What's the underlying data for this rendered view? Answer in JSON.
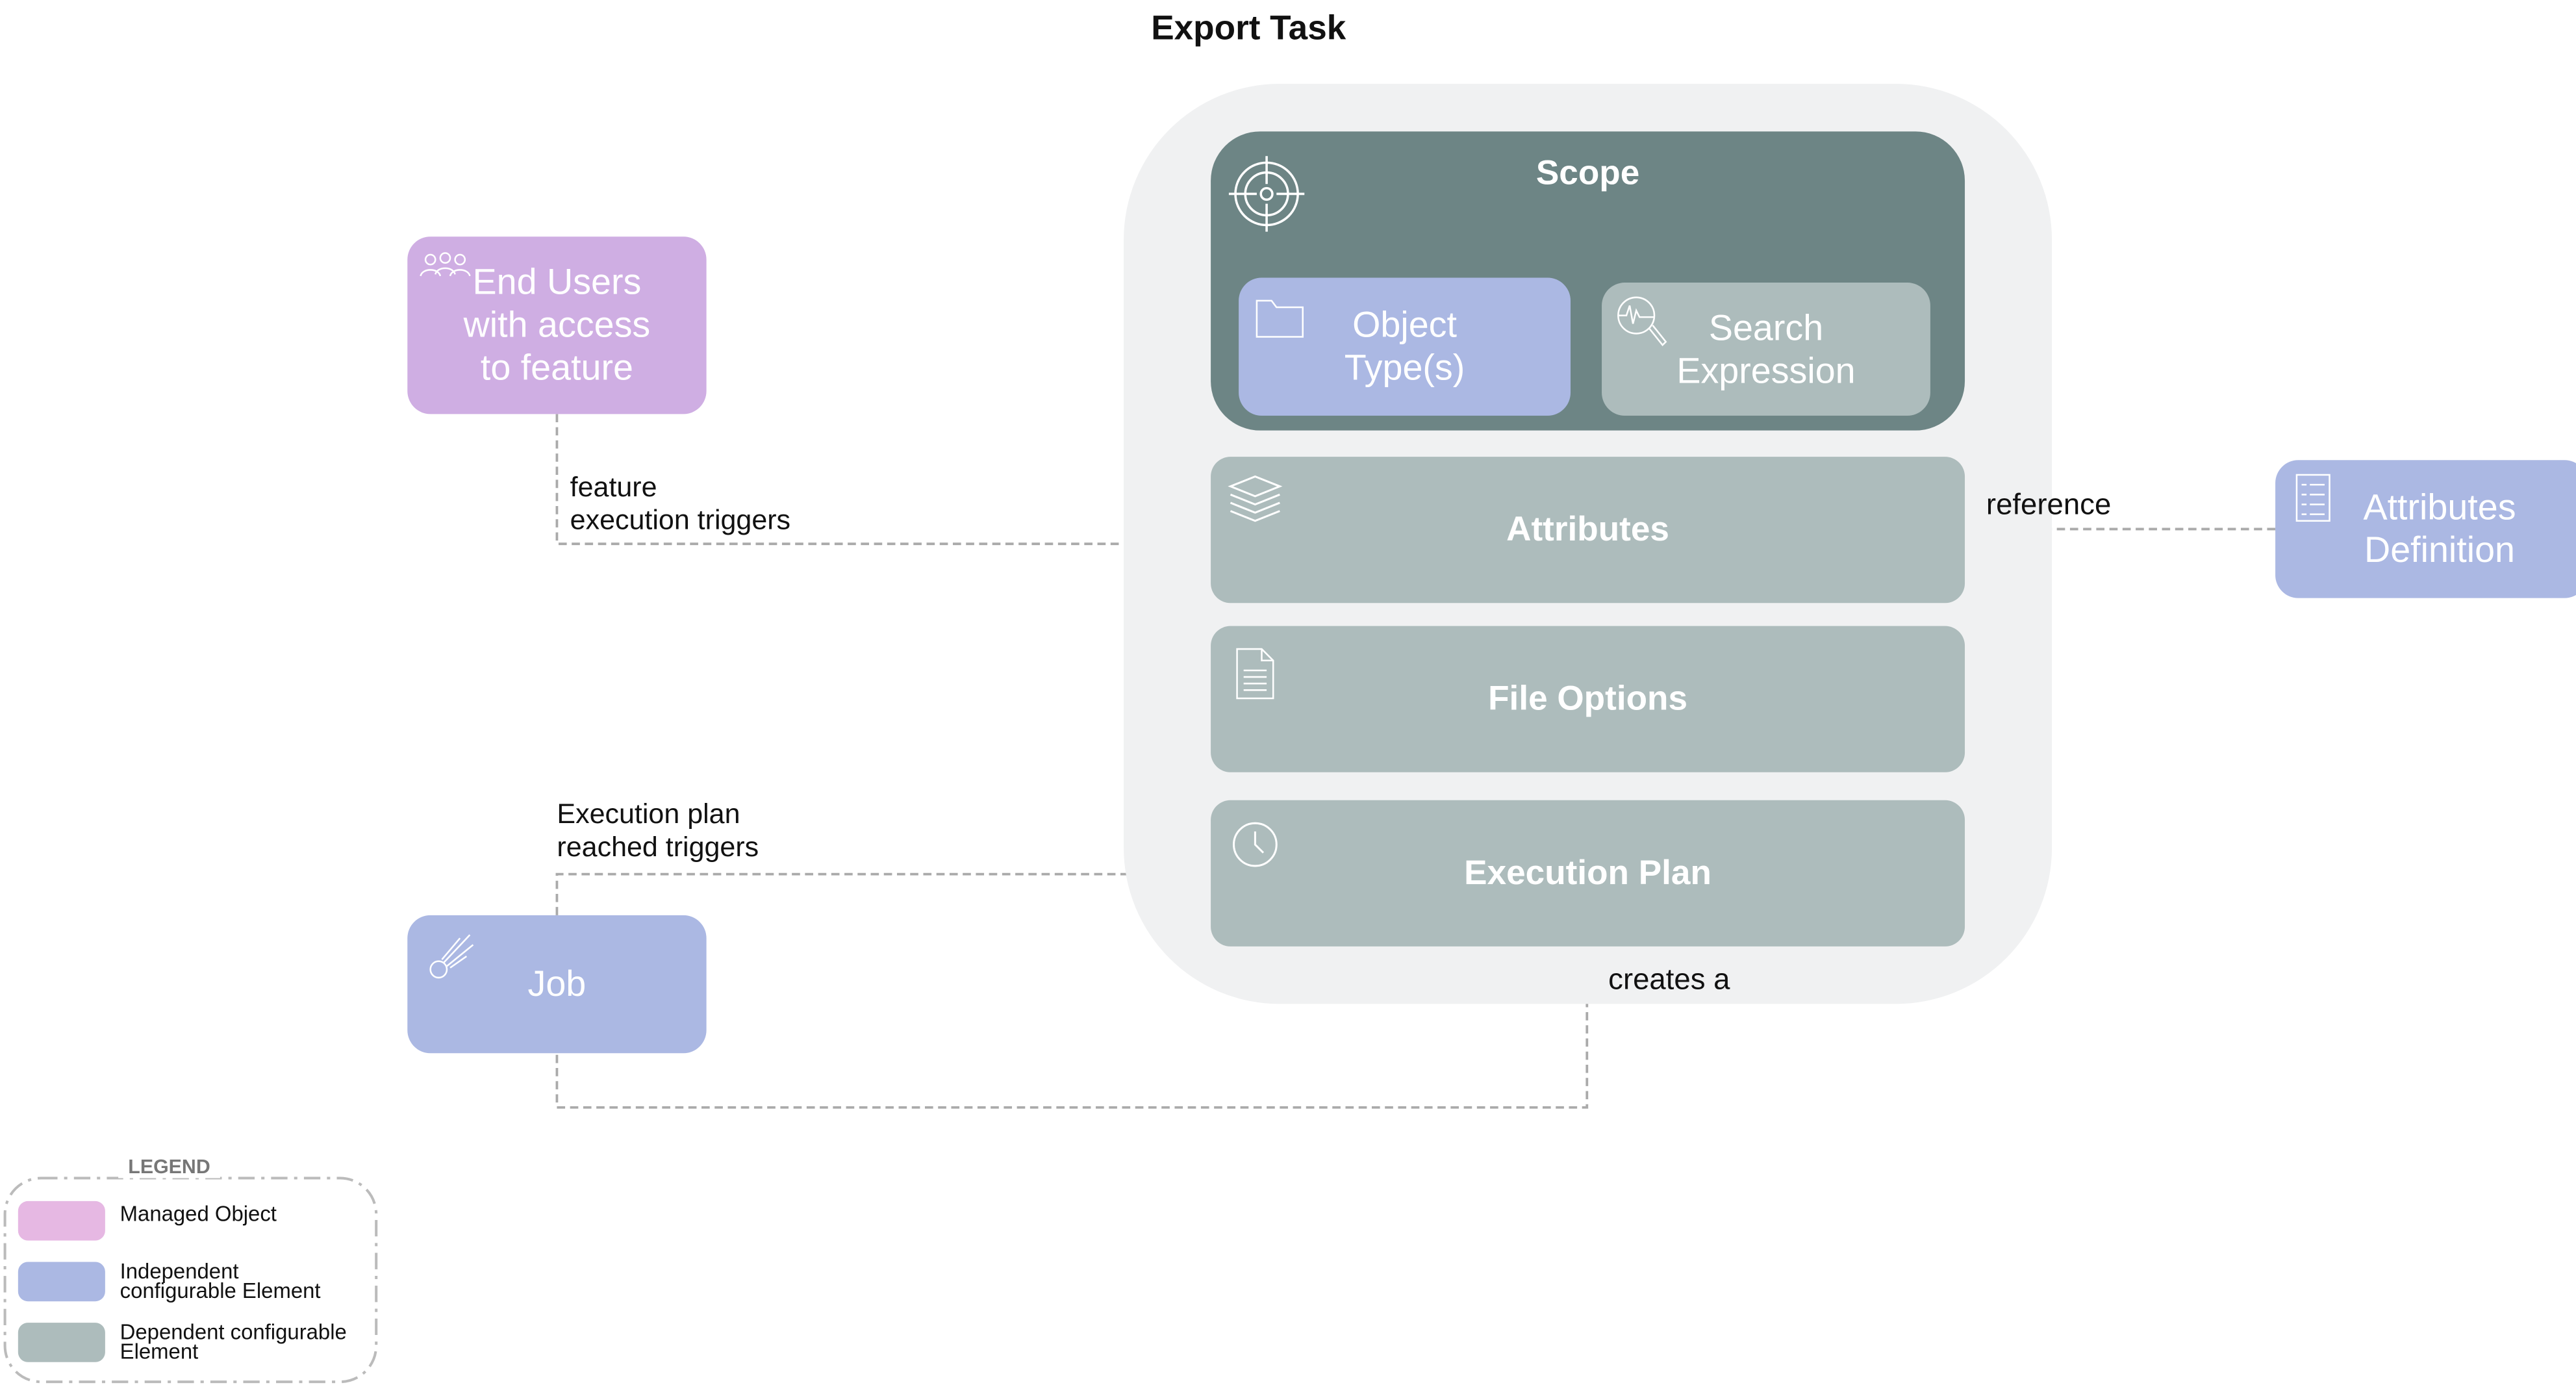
{
  "title": "Export Task",
  "colors": {
    "container": "#f0f1f2",
    "scope": "#6d8585",
    "managed_object": "#cfaee3",
    "independent": "#abb8e3",
    "dependent": "#adbcbc",
    "connector": "#aaaaaa"
  },
  "export_task": {
    "scope": {
      "label": "Scope",
      "icon": "target-icon",
      "object_types": {
        "label": "Object Type(s)",
        "icon": "folder-icon"
      },
      "search_expression": {
        "label": "Search Expression",
        "icon": "search-analytics-icon"
      }
    },
    "attributes": {
      "label": "Attributes",
      "icon": "layers-icon"
    },
    "file_options": {
      "label": "File Options",
      "icon": "document-icon"
    },
    "execution_plan": {
      "label": "Execution Plan",
      "icon": "clock-icon"
    }
  },
  "end_users": {
    "label": "End Users with access to feature",
    "icon": "users-icon"
  },
  "attributes_definition": {
    "label": "Attributes Definition",
    "icon": "list-icon"
  },
  "job": {
    "label": "Job",
    "icon": "meteor-icon"
  },
  "connectors": {
    "feature": [
      "feature",
      "execution triggers"
    ],
    "reference": "reference",
    "execution": [
      "Execution plan",
      "reached triggers"
    ],
    "creates": "creates a"
  },
  "legend": {
    "title": "LEGEND",
    "items": [
      {
        "label": "Managed Object",
        "color": "#e6b8e3"
      },
      {
        "label": "Independent configurable Element",
        "color": "#abb8e3"
      },
      {
        "label": "Dependent configurable Element",
        "color": "#adbcbc"
      }
    ]
  }
}
